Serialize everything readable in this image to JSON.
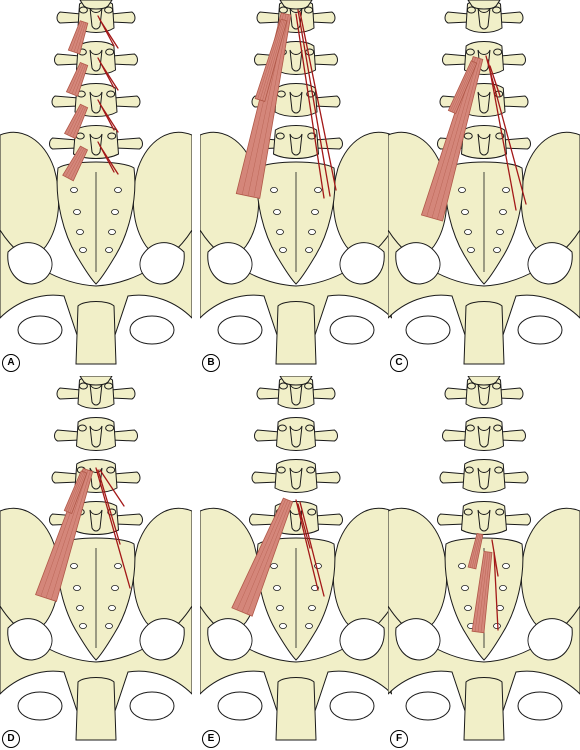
{
  "colors": {
    "bone": "#f1efc8",
    "bone_outline": "#1a1a1a",
    "foramen": "#ffffff",
    "muscle": "#d4867a",
    "muscle_dark": "#b05848",
    "tendon": "#a31818"
  },
  "panels": [
    {
      "label": "A"
    },
    {
      "label": "B"
    },
    {
      "label": "C"
    },
    {
      "label": "D"
    },
    {
      "label": "E"
    },
    {
      "label": "F"
    }
  ]
}
